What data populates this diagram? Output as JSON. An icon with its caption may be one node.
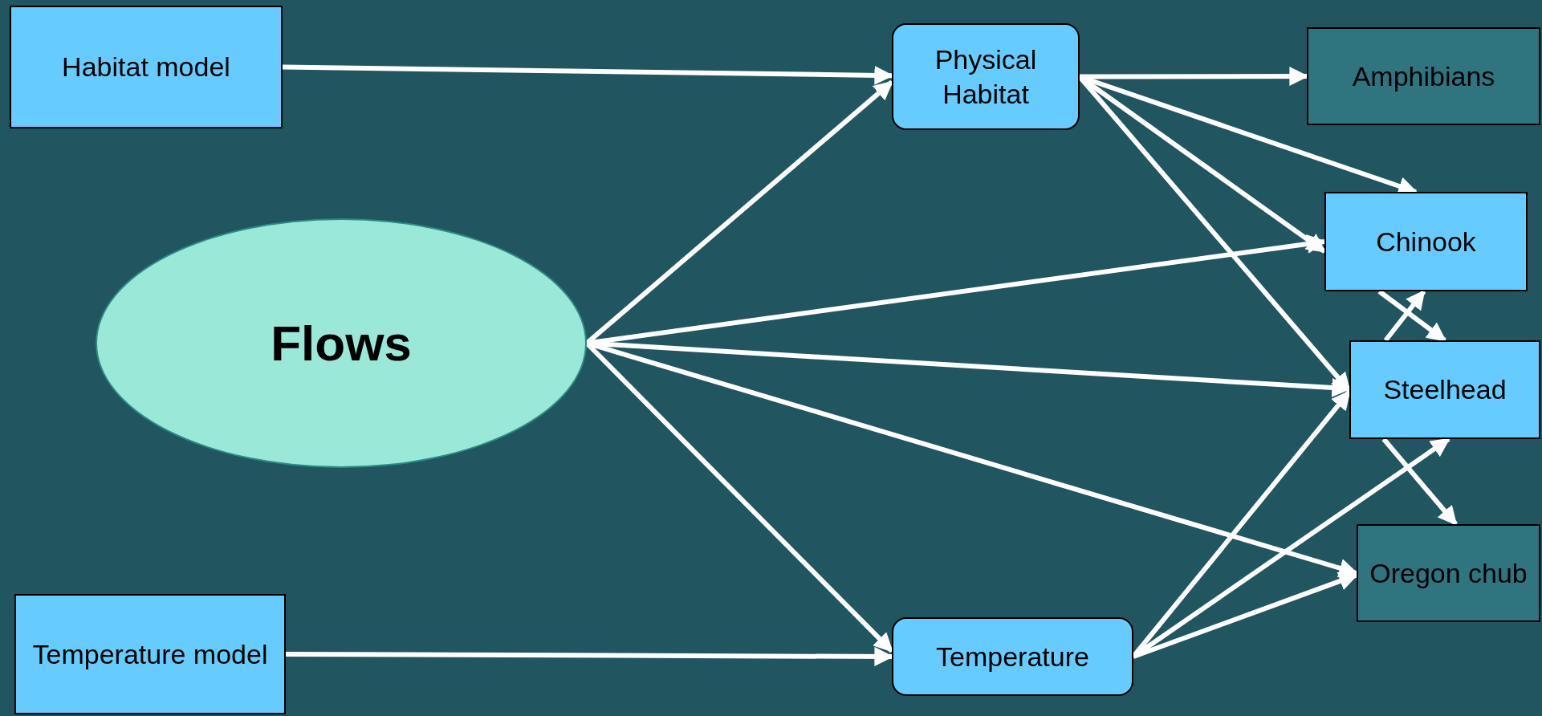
{
  "diagram": {
    "nodes": [
      {
        "text": [
          "Habitat model"
        ]
      },
      {
        "text": [
          "Physical Habitat"
        ]
      },
      {
        "text": [
          "Amphibians"
        ]
      },
      {
        "text": [
          "Chinook"
        ]
      },
      {
        "text": [
          "Flows"
        ]
      },
      {
        "text": [
          "Steelhead"
        ]
      },
      {
        "text": [
          "Oregon chub"
        ]
      },
      {
        "text": [
          "Temperature model"
        ]
      },
      {
        "text": [
          "Temperature"
        ]
      }
    ],
    "edges": [
      {
        "from": 0,
        "to": 1,
        "arrow": "to"
      },
      {
        "from": 4,
        "to": 1,
        "arrow": "to"
      },
      {
        "from": 4,
        "to": 3,
        "arrow": "to"
      },
      {
        "from": 4,
        "to": 5,
        "arrow": "to"
      },
      {
        "from": 4,
        "to": 6,
        "arrow": "to"
      },
      {
        "from": 4,
        "to": 8,
        "arrow": "to"
      },
      {
        "from": 7,
        "to": 8,
        "arrow": "to"
      },
      {
        "from": 1,
        "to": 2,
        "arrow": "to"
      },
      {
        "from": 1,
        "to": 3,
        "arrow": "to"
      },
      {
        "from": 1,
        "to": 3,
        "arrow": "to"
      },
      {
        "from": 1,
        "to": 5,
        "arrow": "to"
      },
      {
        "from": 3,
        "to": 5,
        "arrow": "to"
      },
      {
        "from": 5,
        "to": 3,
        "arrow": "to"
      },
      {
        "from": 5,
        "to": 6,
        "arrow": "to"
      },
      {
        "from": 8,
        "to": 5,
        "arrow": "to"
      },
      {
        "from": 8,
        "to": 5,
        "arrow": "to"
      },
      {
        "from": 8,
        "to": 6,
        "arrow": "to"
      }
    ]
  }
}
